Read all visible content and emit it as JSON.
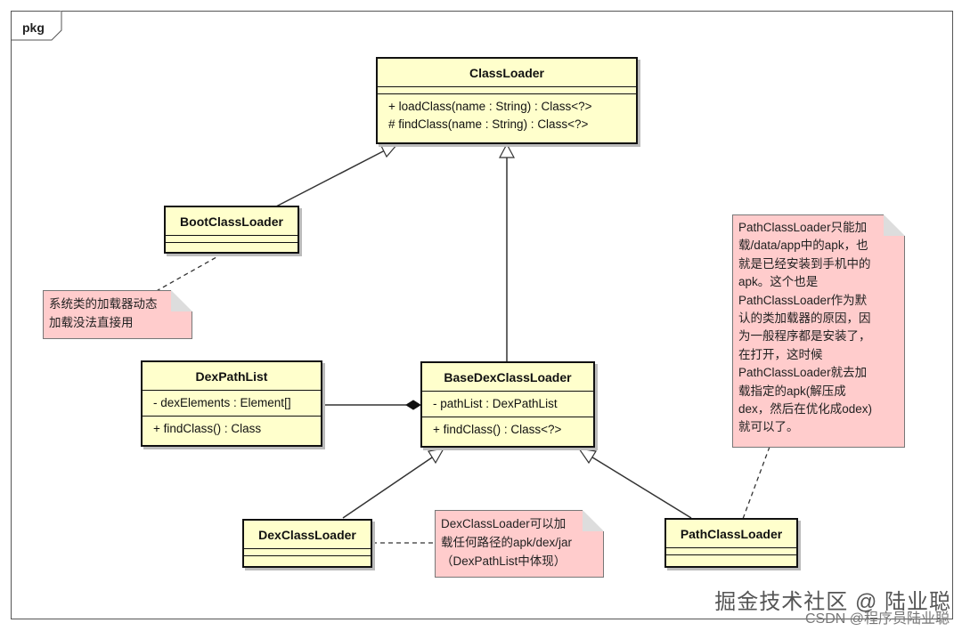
{
  "package": {
    "label": "pkg"
  },
  "classes": {
    "classloader": {
      "name": "ClassLoader",
      "operations": [
        "+ loadClass(name : String) : Class<?>",
        "# findClass(name : String) : Class<?>"
      ]
    },
    "bootclassloader": {
      "name": "BootClassLoader"
    },
    "dexpathlist": {
      "name": "DexPathList",
      "attributes": [
        "- dexElements : Element[]"
      ],
      "operations": [
        "+ findClass() : Class"
      ]
    },
    "basedexclassloader": {
      "name": "BaseDexClassLoader",
      "attributes": [
        "- pathList : DexPathList"
      ],
      "operations": [
        "+ findClass() : Class<?>"
      ]
    },
    "dexclassloader": {
      "name": "DexClassLoader"
    },
    "pathclassloader": {
      "name": "PathClassLoader"
    }
  },
  "notes": {
    "boot": [
      "系统类的加载器动态",
      "加载没法直接用"
    ],
    "dex": [
      "DexClassLoader可以加",
      "载任何路径的apk/dex/jar",
      "（DexPathList中体现）"
    ],
    "path": [
      "PathClassLoader只能加",
      "载/data/app中的apk，也",
      "就是已经安装到手机中的",
      "apk。这个也是",
      "PathClassLoader作为默",
      "认的类加载器的原因，因",
      "为一般程序都是安装了，",
      "在打开，这时候",
      "PathClassLoader就去加",
      "载指定的apk(解压成",
      "dex，然后在优化成odex)",
      "就可以了。"
    ]
  },
  "watermark": {
    "main": "掘金技术社区 @ 陆业聪",
    "sub": "CSDN @程序员陆业聪"
  }
}
